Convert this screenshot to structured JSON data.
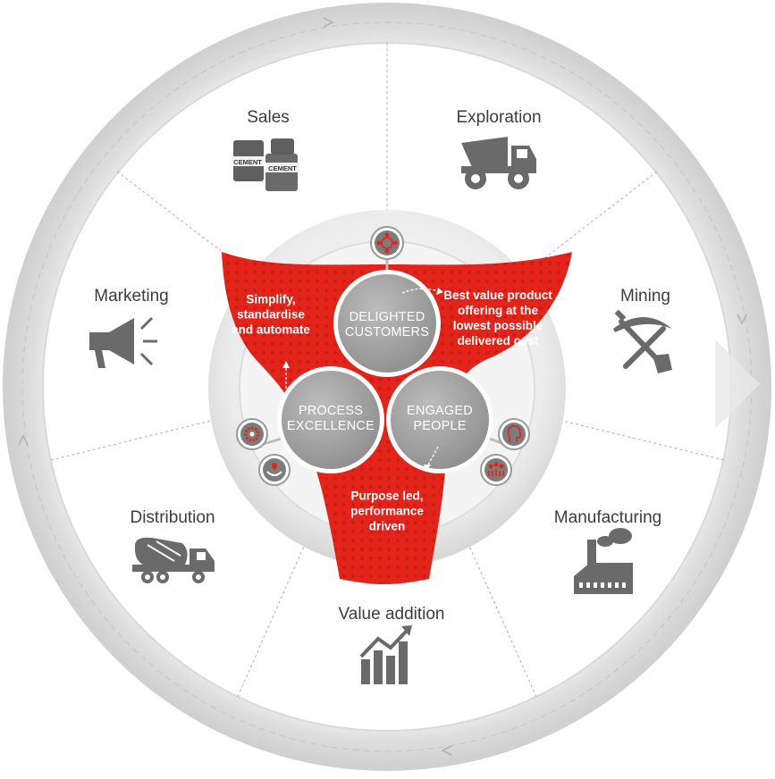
{
  "segments": [
    {
      "key": "sales",
      "label": "Sales",
      "icon": "cement-bags-icon"
    },
    {
      "key": "exploration",
      "label": "Exploration",
      "icon": "dump-truck-icon"
    },
    {
      "key": "mining",
      "label": "Mining",
      "icon": "pickaxe-shovel-icon"
    },
    {
      "key": "manufacturing",
      "label": "Manufacturing",
      "icon": "factory-icon"
    },
    {
      "key": "value_addition",
      "label": "Value addition",
      "icon": "growth-chart-icon"
    },
    {
      "key": "distribution",
      "label": "Distribution",
      "icon": "cement-mixer-truck-icon"
    },
    {
      "key": "marketing",
      "label": "Marketing",
      "icon": "megaphone-icon"
    }
  ],
  "cement_bag_text": "CEMENT",
  "hub": {
    "delighted_customers": "DELIGHTED\nCUSTOMERS",
    "process_excellence": "PROCESS\nEXCELLENCE",
    "engaged_people": "ENGAGED\nPEOPLE"
  },
  "red_band": {
    "top_left": "Simplify,\nstandardise\nand automate",
    "top_right": "Best value product\noffering at the\nlowest possible\ndelivered cost",
    "bottom": "Purpose led,\nperformance\ndriven"
  },
  "colors": {
    "accent_red": "#e3241b",
    "icon_grey": "#6a6a6a",
    "hub_grey": "#a6a6a6",
    "text_dark": "#3d3d3d",
    "ring_grey": "#e6e6e6"
  }
}
